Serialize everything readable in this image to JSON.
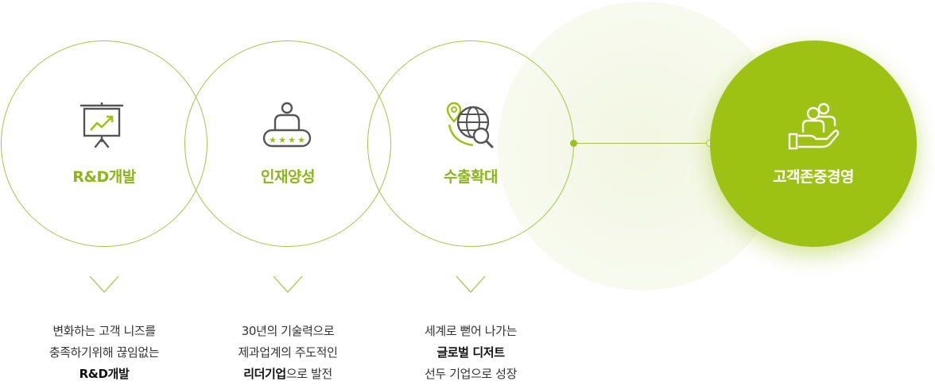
{
  "accent_color": "#9dc213",
  "items": [
    {
      "label": "R&D개발",
      "icon": "presentation-chart-icon",
      "desc": [
        {
          "parts": [
            {
              "text": "변화하는 고객 니즈를",
              "bold": false
            }
          ]
        },
        {
          "parts": [
            {
              "text": "충족하기위해 끊임없는",
              "bold": false
            }
          ]
        },
        {
          "parts": [
            {
              "text": "R&D개발",
              "bold": true
            }
          ]
        }
      ]
    },
    {
      "label": "인재양성",
      "icon": "person-rating-icon",
      "desc": [
        {
          "parts": [
            {
              "text": "30년의 기술력으로",
              "bold": false
            }
          ]
        },
        {
          "parts": [
            {
              "text": "제과업계의 주도적인",
              "bold": false
            }
          ]
        },
        {
          "parts": [
            {
              "text": "리더기업",
              "bold": true
            },
            {
              "text": "으로 발전",
              "bold": false
            }
          ]
        }
      ]
    },
    {
      "label": "수출확대",
      "icon": "global-search-icon",
      "desc": [
        {
          "parts": [
            {
              "text": "세계로 뻗어 나가는",
              "bold": false
            }
          ]
        },
        {
          "parts": [
            {
              "text": "글로벌 디저트",
              "bold": true
            }
          ]
        },
        {
          "parts": [
            {
              "text": "선두 기업으로 성장",
              "bold": false
            }
          ]
        }
      ]
    }
  ],
  "main": {
    "label": "고객존중경영",
    "icon": "hand-people-icon"
  }
}
